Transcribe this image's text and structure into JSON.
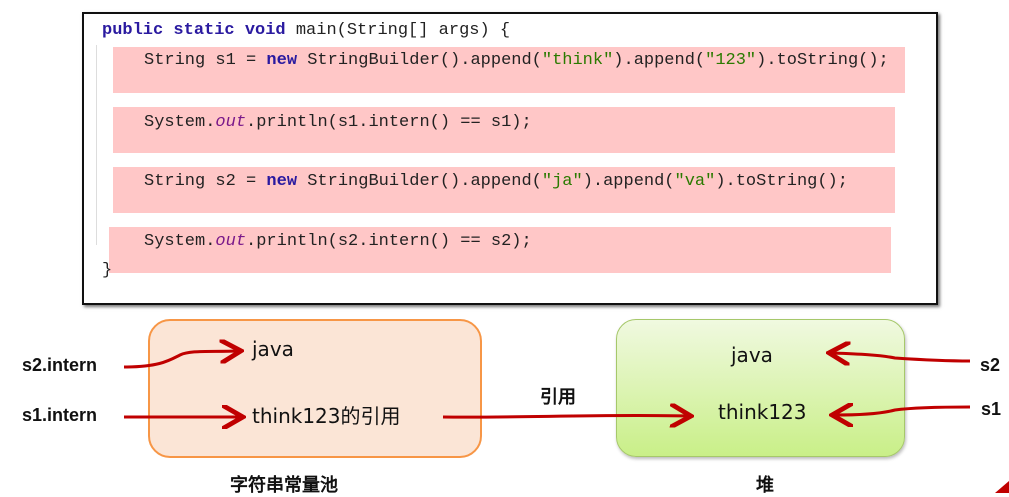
{
  "code": {
    "header": [
      {
        "t": "public static void",
        "c": "kw"
      },
      {
        "t": " main(String[] args) {",
        "c": ""
      }
    ],
    "lines": [
      [
        {
          "t": "String s1 = ",
          "c": ""
        },
        {
          "t": "new",
          "c": "kw"
        },
        {
          "t": " StringBuilder().append(",
          "c": ""
        },
        {
          "t": "\"think\"",
          "c": "str"
        },
        {
          "t": ").append(",
          "c": ""
        },
        {
          "t": "\"123\"",
          "c": "str"
        },
        {
          "t": ").toString();",
          "c": ""
        }
      ],
      [
        {
          "t": "System.",
          "c": ""
        },
        {
          "t": "out",
          "c": "fld"
        },
        {
          "t": ".println(s1.intern() == s1);",
          "c": ""
        }
      ],
      [
        {
          "t": "String s2 = ",
          "c": ""
        },
        {
          "t": "new",
          "c": "kw"
        },
        {
          "t": " StringBuilder().append(",
          "c": ""
        },
        {
          "t": "\"ja\"",
          "c": "str"
        },
        {
          "t": ").append(",
          "c": ""
        },
        {
          "t": "\"va\"",
          "c": "str"
        },
        {
          "t": ").toString();",
          "c": ""
        }
      ],
      [
        {
          "t": "System.",
          "c": ""
        },
        {
          "t": "out",
          "c": "fld"
        },
        {
          "t": ".println(s2.intern() == s2);",
          "c": ""
        }
      ]
    ],
    "footer": "}"
  },
  "pool": {
    "title": "字符串常量池",
    "item_java": "java",
    "item_think": "think123的引用"
  },
  "heap": {
    "title": "堆",
    "item_java": "java",
    "item_think": "think123"
  },
  "labels": {
    "s2_intern": "s2.intern",
    "s1_intern": "s1.intern",
    "reference": "引用",
    "s2": "s2",
    "s1": "s1"
  },
  "colors": {
    "arrow": "#c00000",
    "pool_fill": "#fbe5d6",
    "pool_border": "#f79646",
    "highlight": "#ffc7c7"
  }
}
